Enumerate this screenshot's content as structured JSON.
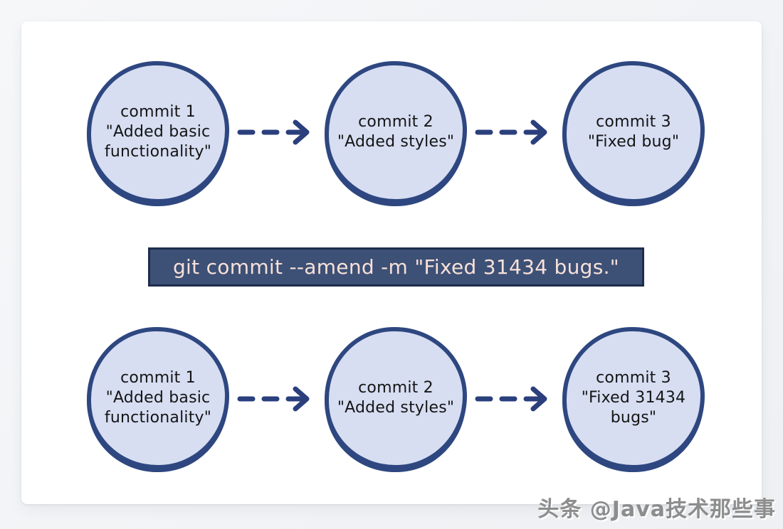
{
  "colors": {
    "page_background": "#f2f3f6",
    "card_background": "#ffffff",
    "circle_fill": "#d7def2",
    "circle_border": "#2e4780",
    "circle_text": "#151515",
    "arrow": "#2a3f7c",
    "command_background": "#3d5076",
    "command_border": "#1e2d4d",
    "command_text": "#f7e1d8",
    "watermark_text": "#8d8d8d"
  },
  "rows": {
    "before": {
      "commits": [
        {
          "name": "commit 1",
          "message": "\"Added basic functionality\""
        },
        {
          "name": "commit 2",
          "message": "\"Added styles\""
        },
        {
          "name": "commit 3",
          "message": "\"Fixed bug\""
        }
      ]
    },
    "after": {
      "commits": [
        {
          "name": "commit 1",
          "message": "\"Added basic functionality\""
        },
        {
          "name": "commit 2",
          "message": "\"Added styles\""
        },
        {
          "name": "commit 3",
          "message": "\"Fixed 31434 bugs\""
        }
      ]
    }
  },
  "command": {
    "text": "git commit --amend -m \"Fixed 31434 bugs.\""
  },
  "watermark": {
    "text": "头条 @Java技术那些事"
  }
}
